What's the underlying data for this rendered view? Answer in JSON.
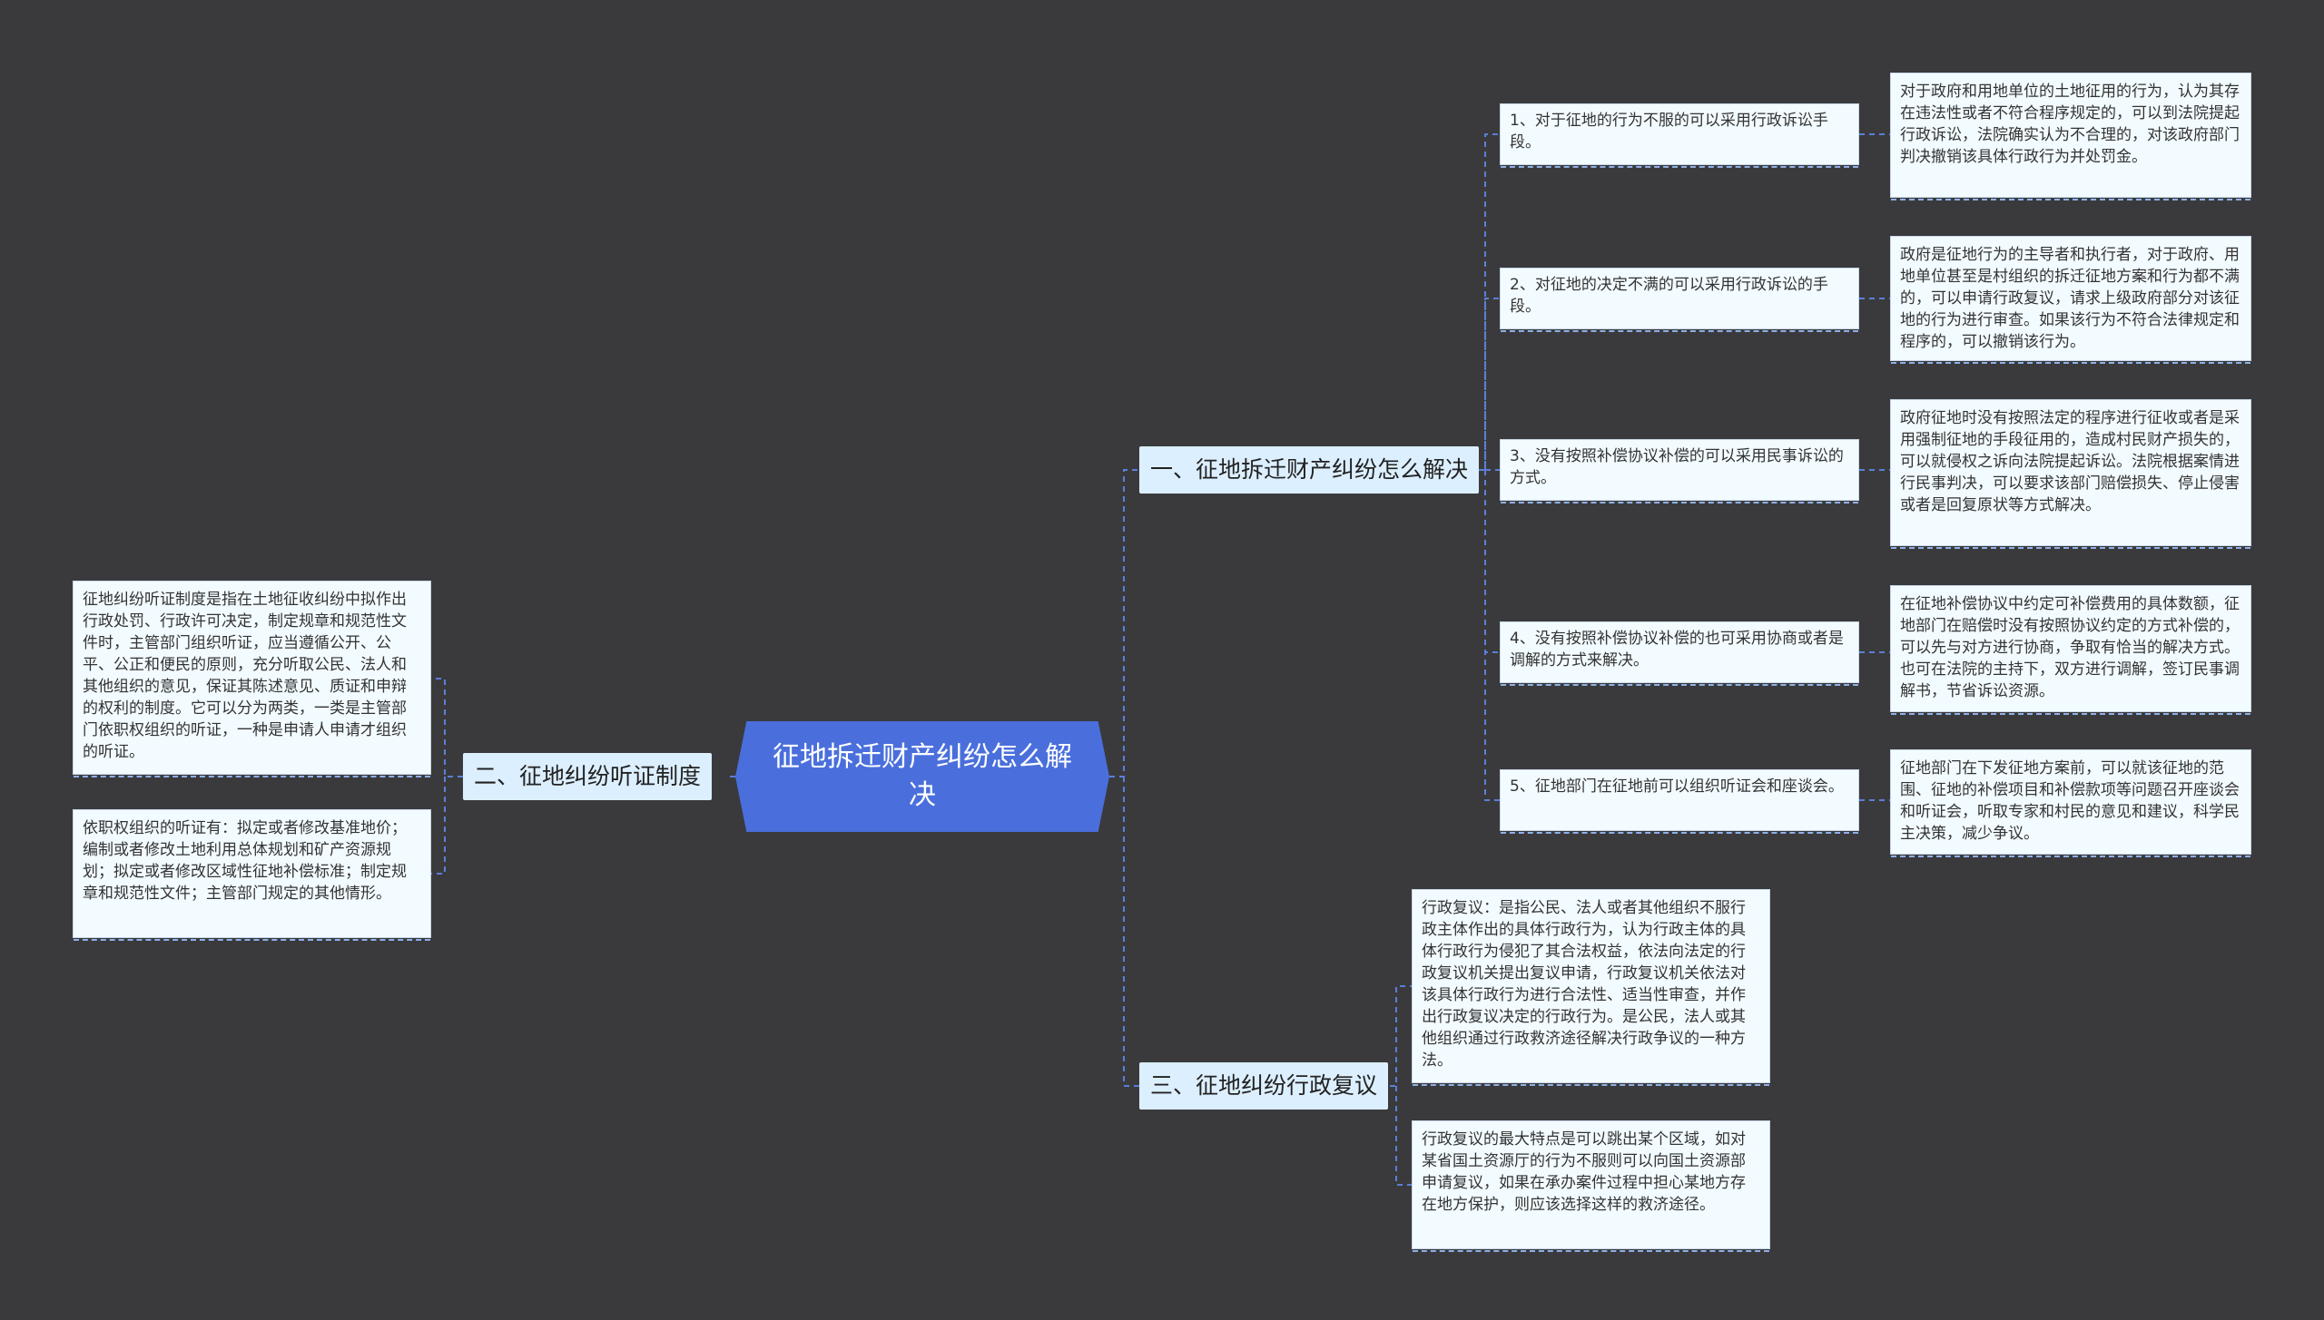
{
  "root": {
    "title": "征地拆迁财产纠纷怎么解决"
  },
  "branches": [
    {
      "label": "一、征地拆迁财产纠纷怎么解决",
      "subs": [
        {
          "label": "1、对于征地的行为不服的可以采用行政诉讼手段。",
          "detail": "对于政府和用地单位的土地征用的行为，认为其存在违法性或者不符合程序规定的，可以到法院提起行政诉讼，法院确实认为不合理的，对该政府部门判决撤销该具体行政行为并处罚金。"
        },
        {
          "label": "2、对征地的决定不满的可以采用行政诉讼的手段。",
          "detail": "政府是征地行为的主导者和执行者，对于政府、用地单位甚至是村组织的拆迁征地方案和行为都不满的，可以申请行政复议，请求上级政府部分对该征地的行为进行审查。如果该行为不符合法律规定和程序的，可以撤销该行为。"
        },
        {
          "label": "3、没有按照补偿协议补偿的可以采用民事诉讼的方式。",
          "detail": "政府征地时没有按照法定的程序进行征收或者是采用强制征地的手段征用的，造成村民财产损失的，可以就侵权之诉向法院提起诉讼。法院根据案情进行民事判决，可以要求该部门赔偿损失、停止侵害或者是回复原状等方式解决。"
        },
        {
          "label": "4、没有按照补偿协议补偿的也可采用协商或者是调解的方式来解决。",
          "detail": "在征地补偿协议中约定可补偿费用的具体数额，征地部门在赔偿时没有按照协议约定的方式补偿的，可以先与对方进行协商，争取有恰当的解决方式。也可在法院的主持下，双方进行调解，签订民事调解书，节省诉讼资源。"
        },
        {
          "label": "5、征地部门在征地前可以组织听证会和座谈会。",
          "detail": "征地部门在下发征地方案前，可以就该征地的范围、征地的补偿项目和补偿款项等问题召开座谈会和听证会，听取专家和村民的意见和建议，科学民主决策，减少争议。"
        }
      ]
    },
    {
      "label": "二、征地纠纷听证制度",
      "leaves": [
        "征地纠纷听证制度是指在土地征收纠纷中拟作出行政处罚、行政许可决定，制定规章和规范性文件时，主管部门组织听证，应当遵循公开、公平、公正和便民的原则，充分听取公民、法人和其他组织的意见，保证其陈述意见、质证和申辩的权利的制度。它可以分为两类，一类是主管部门依职权组织的听证，一种是申请人申请才组织的听证。",
        "依职权组织的听证有：拟定或者修改基准地价；编制或者修改土地利用总体规划和矿产资源规划；拟定或者修改区域性征地补偿标准；制定规章和规范性文件；主管部门规定的其他情形。"
      ]
    },
    {
      "label": "三、征地纠纷行政复议",
      "leaves": [
        "行政复议：是指公民、法人或者其他组织不服行政主体作出的具体行政行为，认为行政主体的具体行政行为侵犯了其合法权益，依法向法定的行政复议机关提出复议申请，行政复议机关依法对该具体行政行为进行合法性、适当性审查，并作出行政复议决定的行政行为。是公民，法人或其他组织通过行政救济途径解决行政争议的一种方法。",
        "行政复议的最大特点是可以跳出某个区域，如对某省国土资源厅的行为不服则可以向国土资源部申请复议，如果在承办案件过程中担心某地方存在地方保护，则应该选择这样的救济途径。"
      ]
    }
  ]
}
